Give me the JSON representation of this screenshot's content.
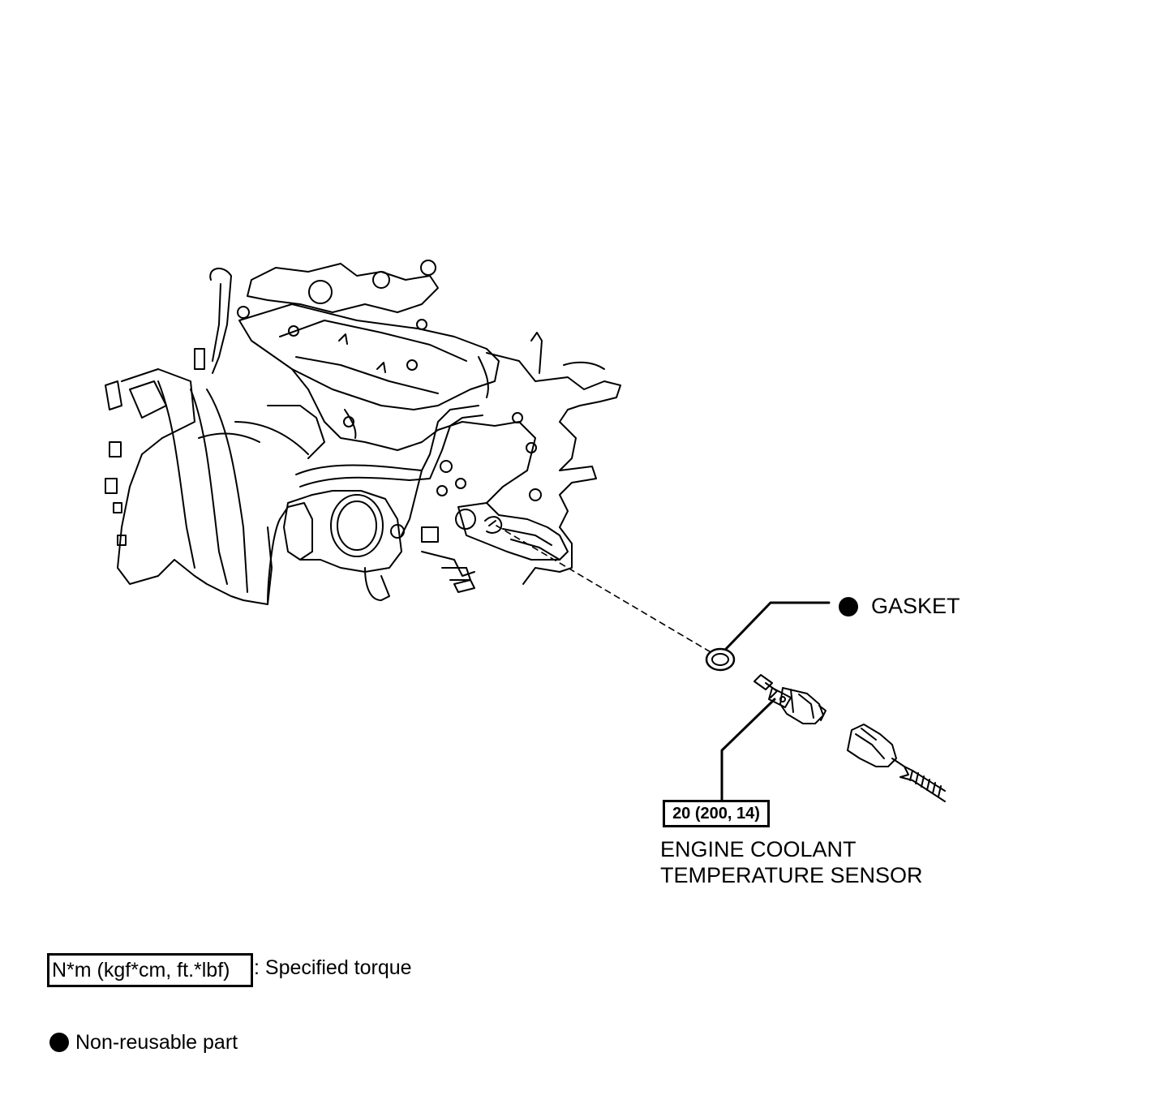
{
  "callouts": {
    "gasket": "GASKET",
    "sensor_line1": "ENGINE COOLANT",
    "sensor_line2": "TEMPERATURE SENSOR"
  },
  "torque": {
    "value": "20 (200, 14)"
  },
  "legend": {
    "torque_units": "N*m (kgf*cm, ft.*lbf)",
    "torque_desc": ": Specified torque",
    "nonreusable": "Non-reusable part"
  },
  "colors": {
    "line": "#000000",
    "background": "#ffffff"
  },
  "icons": {
    "nonreusable_marker": "filled-circle-icon"
  }
}
